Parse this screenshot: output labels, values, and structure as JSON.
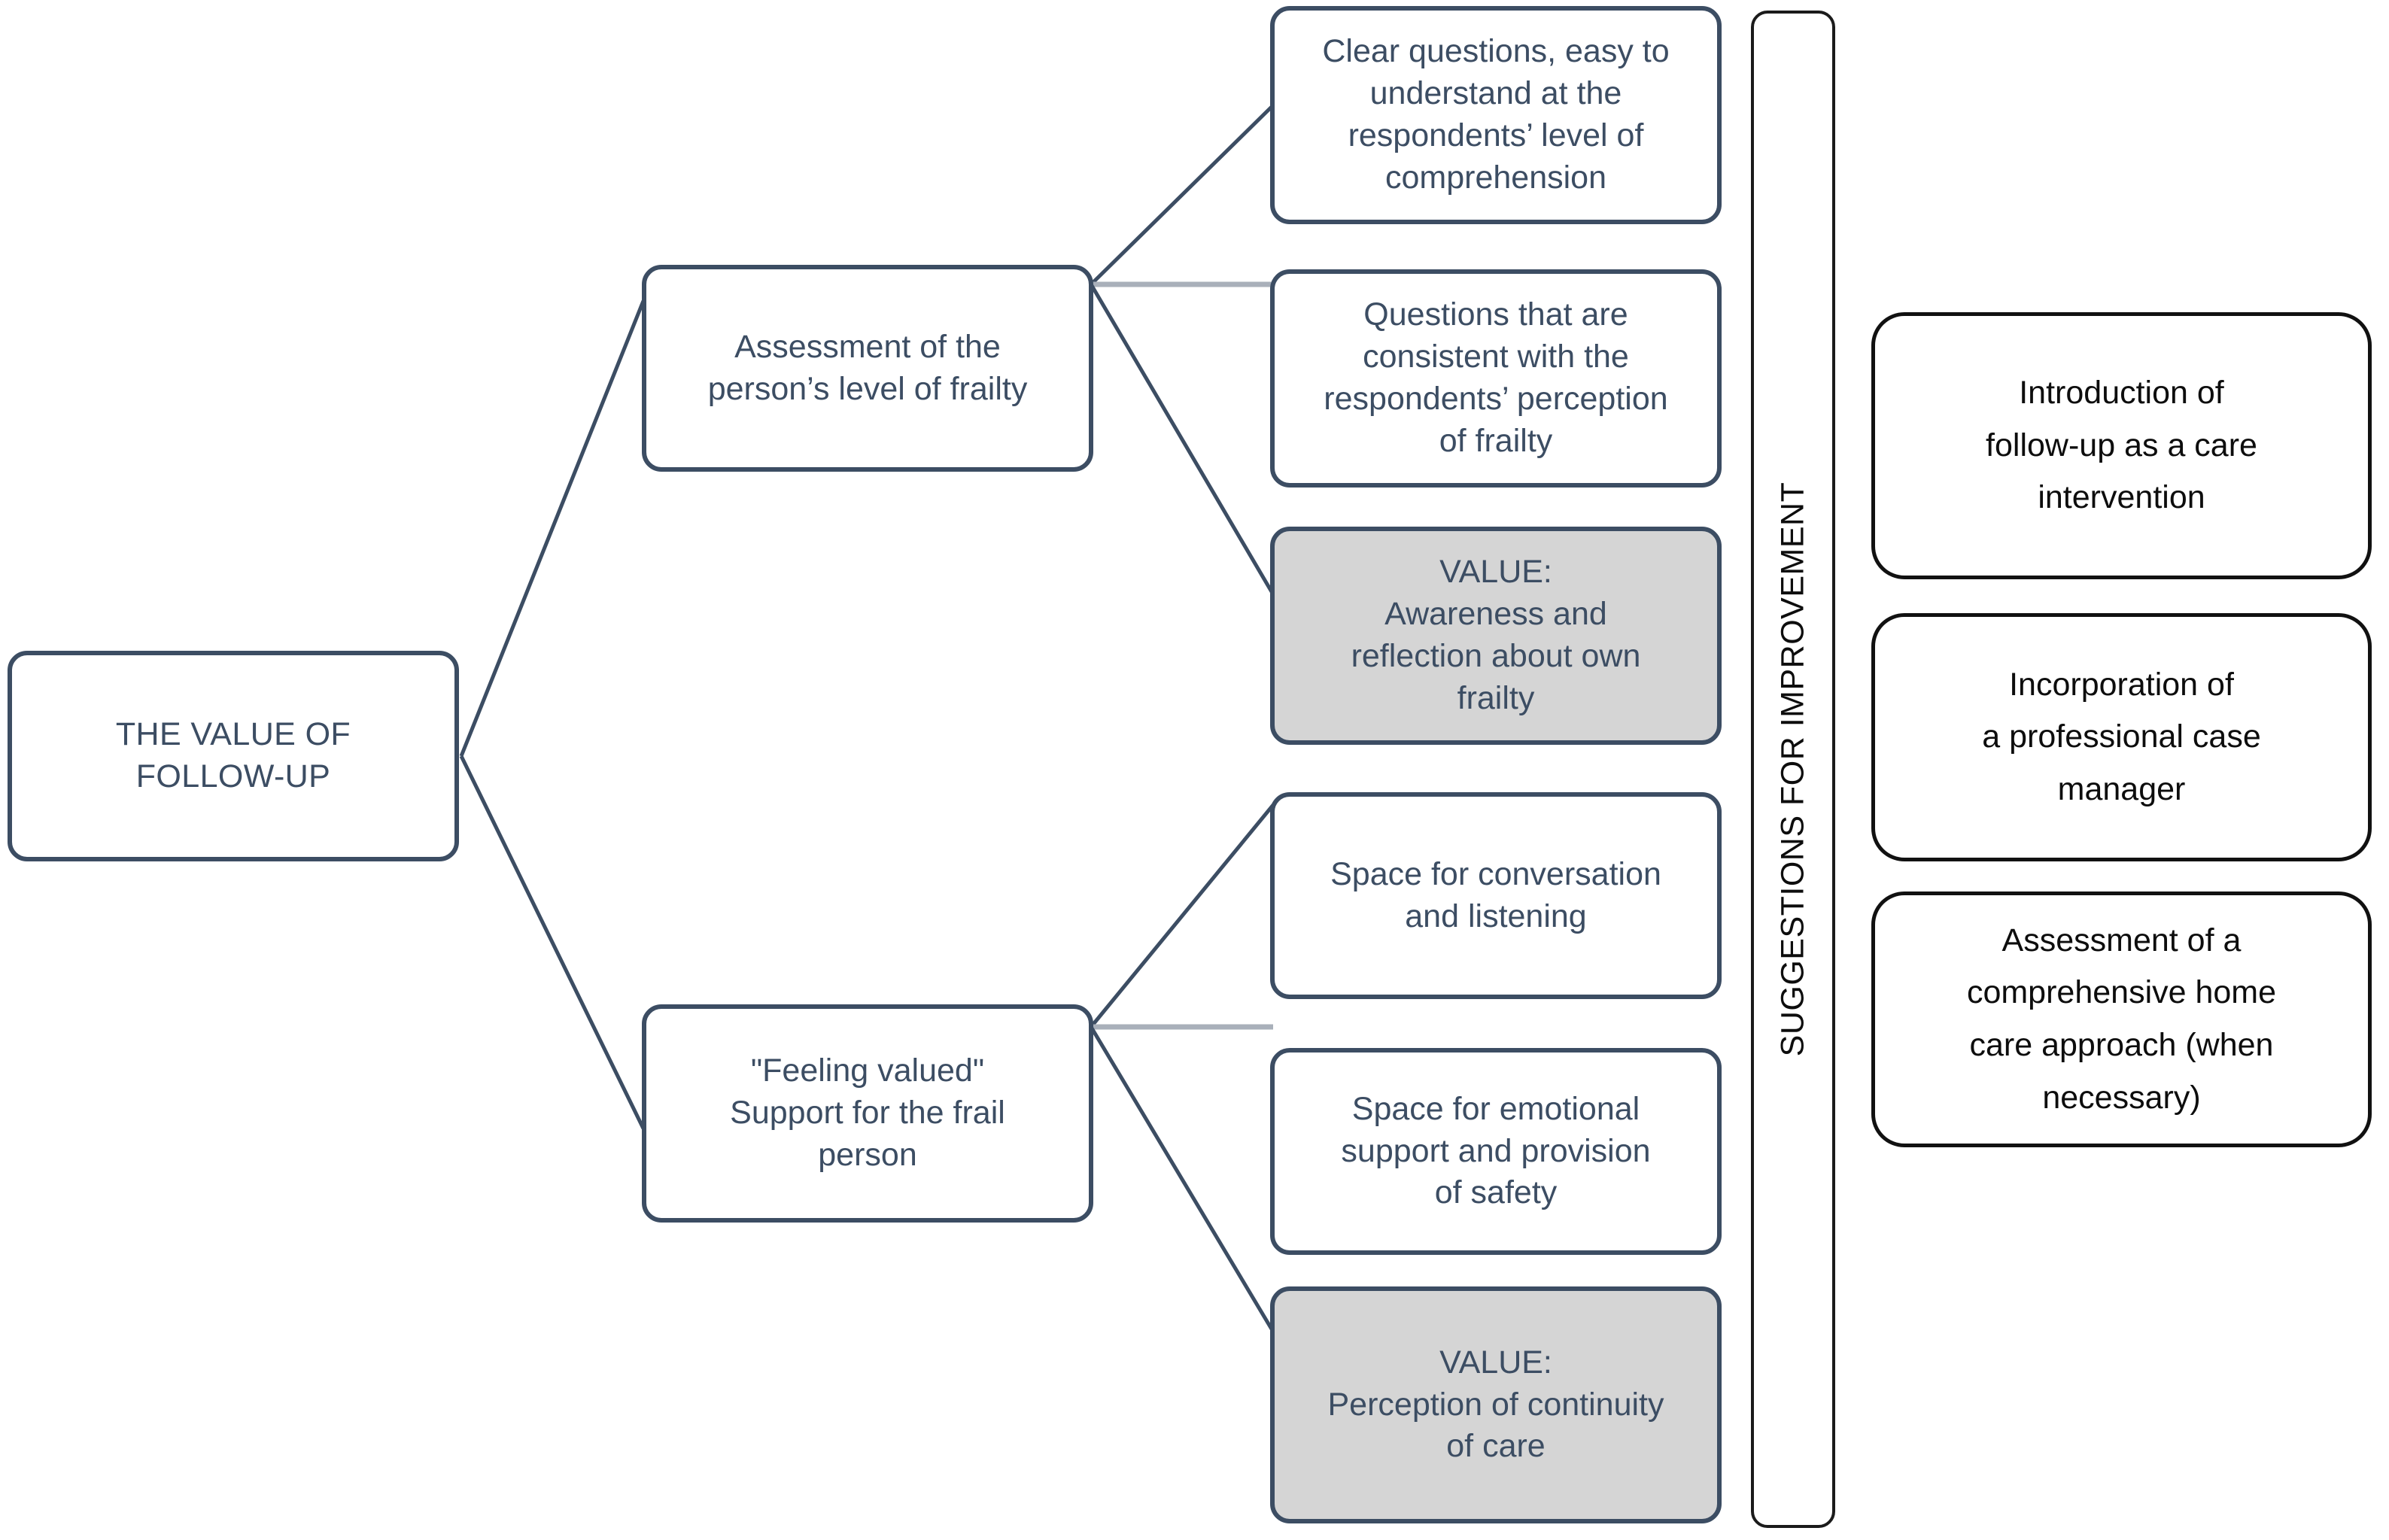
{
  "diagram": {
    "title_node": {
      "label": "THE VALUE OF\nFOLLOW-UP"
    },
    "branches": [
      {
        "label": "Assessment of the\nperson’s level of frailty"
      },
      {
        "label": "\"Feeling valued\"\nSupport for the frail\nperson"
      }
    ],
    "leaves_top": [
      {
        "label": "Clear questions, easy to\nunderstand at the\nrespondents’ level of\ncomprehension",
        "highlighted": "false"
      },
      {
        "label": "Questions that are\nconsistent with the\nrespondents’ perception\nof frailty",
        "highlighted": "false"
      },
      {
        "label": "VALUE:\nAwareness and\nreflection about own\nfrailty",
        "highlighted": "true"
      }
    ],
    "leaves_bottom": [
      {
        "label": "Space for conversation\nand listening",
        "highlighted": "false"
      },
      {
        "label": "Space for emotional\nsupport and provision\nof safety",
        "highlighted": "false"
      },
      {
        "label": "VALUE:\nPerception of continuity\nof care",
        "highlighted": "true"
      }
    ],
    "suggestions_bar": {
      "label": "SUGGESTIONS FOR IMPROVEMENT"
    },
    "suggestions": [
      {
        "label": "Introduction of\nfollow-up as a care\nintervention"
      },
      {
        "label": "Incorporation of\na professional case\nmanager"
      },
      {
        "label": "Assessment of a\ncomprehensive home\ncare approach (when\nnecessary)"
      }
    ],
    "colors": {
      "node_stroke": "#3c4d63",
      "node_text": "#3c4d63",
      "value_fill": "#d5d5d5",
      "connector_dark": "#3c4d63",
      "connector_light": "#a9b0ba",
      "suggestion_stroke": "#111111",
      "suggestion_text": "#0d0d0d",
      "background": "#ffffff"
    }
  }
}
